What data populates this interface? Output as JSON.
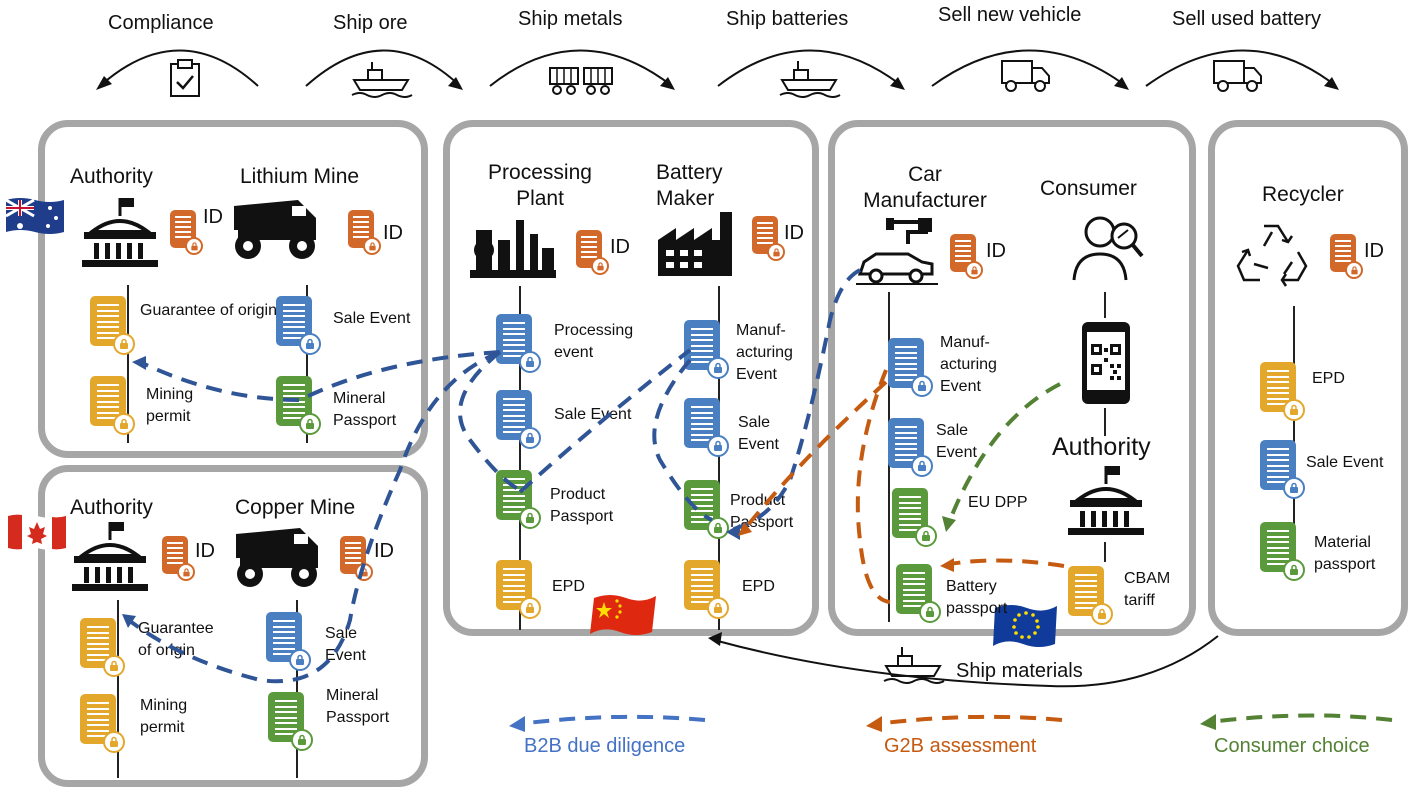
{
  "colors": {
    "box_border": "#a6a6a6",
    "gold_doc": "#e3a82b",
    "orange_doc": "#d2692a",
    "blue_doc": "#4a7fc1",
    "green_doc": "#5b9a3c",
    "b2b_arrow": "#3a5fa0",
    "g2b_arrow": "#d26a24",
    "consumer_arrow": "#5f9a3a"
  },
  "flows": [
    {
      "label": "Compliance",
      "icon": "clipboard-icon"
    },
    {
      "label": "Ship ore",
      "icon": "ship-icon"
    },
    {
      "label": "Ship metals",
      "icon": "train-icon"
    },
    {
      "label": "Ship batteries",
      "icon": "ship-icon"
    },
    {
      "label": "Sell new vehicle",
      "icon": "truck-icon"
    },
    {
      "label": "Sell used battery",
      "icon": "truck-icon"
    }
  ],
  "actors": {
    "authority_au": "Authority",
    "lithium_mine": "Lithium Mine",
    "authority_ca": "Authority",
    "copper_mine": "Copper Mine",
    "processing_plant": "Processing Plant",
    "battery_maker": "Battery Maker",
    "car_manufacturer": "Car Manufacturer",
    "consumer": "Consumer",
    "authority_eu": "Authority",
    "recycler": "Recycler"
  },
  "id_label": "ID",
  "docs": {
    "au_guarantee": "Guarantee of origin",
    "au_mining_permit": "Mining permit",
    "li_sale_event": "Sale Event",
    "li_mineral_passport": "Mineral Passport",
    "ca_guarantee": "Guarantee of origin",
    "ca_mining_permit": "Mining permit",
    "cu_sale_event": "Sale Event",
    "cu_mineral_passport": "Mineral Passport",
    "pp_processing_event": "Processing event",
    "pp_sale_event": "Sale Event",
    "pp_product_passport": "Product Passport",
    "pp_epd": "EPD",
    "bm_manufacturing_event": "Manuf- acturing Event",
    "bm_sale_event": "Sale Event",
    "bm_product_passport": "Product Passport",
    "bm_epd": "EPD",
    "cm_manufacturing_event": "Manuf- acturing Event",
    "cm_sale_event": "Sale Event",
    "cm_eu_dpp": "EU DPP",
    "cm_battery_passport": "Battery passport",
    "eu_cbam": "CBAM tariff",
    "rc_epd": "EPD",
    "rc_sale_event": "Sale Event",
    "rc_material_passport": "Material passport"
  },
  "ship_materials": "Ship materials",
  "legend": {
    "b2b": "B2B due diligence",
    "g2b": "G2B assessment",
    "consumer": "Consumer choice"
  },
  "flags": [
    "Australia",
    "Canada",
    "China",
    "European Union"
  ]
}
